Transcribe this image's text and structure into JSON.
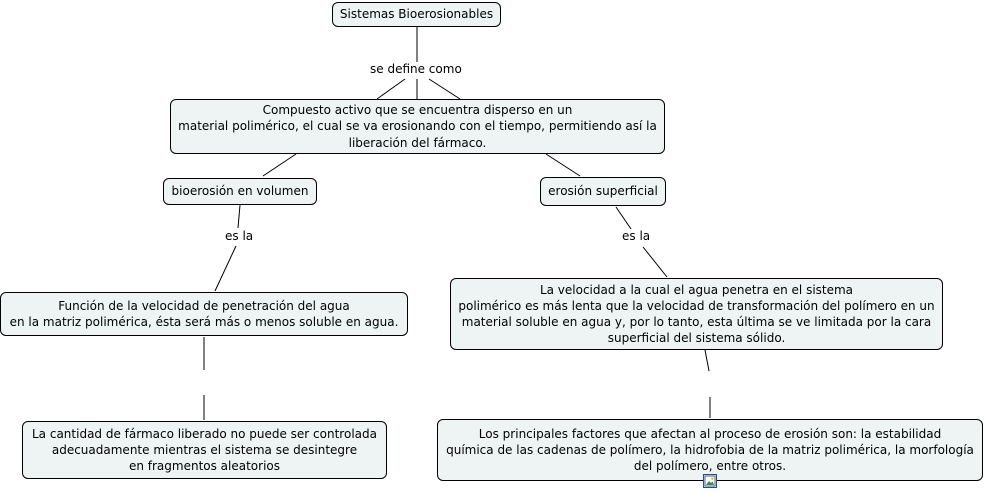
{
  "concepts": {
    "root": "Sistemas Bioerosionables",
    "definition": "Compuesto activo que se encuentra disperso en un\nmaterial polimérico, el cual se va erosionando con el tiempo, permitiendo así la\nliberación del fármaco.",
    "bulk": "bioerosión en volumen",
    "surface": "erosión superficial",
    "bulk_detail": "Función de la velocidad de penetración del agua\nen la matriz polimérica, ésta será más o menos soluble en agua.",
    "surface_detail": "La velocidad a la cual el agua penetra en el sistema\npolimérico es más lenta que la velocidad de transformación del polímero en un\nmaterial soluble en agua y, por lo tanto, esta última se ve limitada por la cara\nsuperficial del sistema sólido.",
    "bulk_result": "La cantidad de fármaco liberado no puede ser controlada\nadecuadamente mientras el sistema se desintegre\nen fragmentos aleatorios",
    "surface_result": "Los principales factores que afectan al proceso de erosión son: la estabilidad\nquímica de las cadenas de polímero, la hidrofobia de la matriz polimérica, la morfología\ndel polímero, entre otros."
  },
  "link_labels": {
    "defines": "se define como",
    "bulk_is": "es la",
    "surface_is": "es la"
  },
  "icons": {
    "resource": "image-resource-icon"
  },
  "colors": {
    "node_fill": "#eef3f4",
    "node_border": "#000000",
    "line": "#000000"
  }
}
